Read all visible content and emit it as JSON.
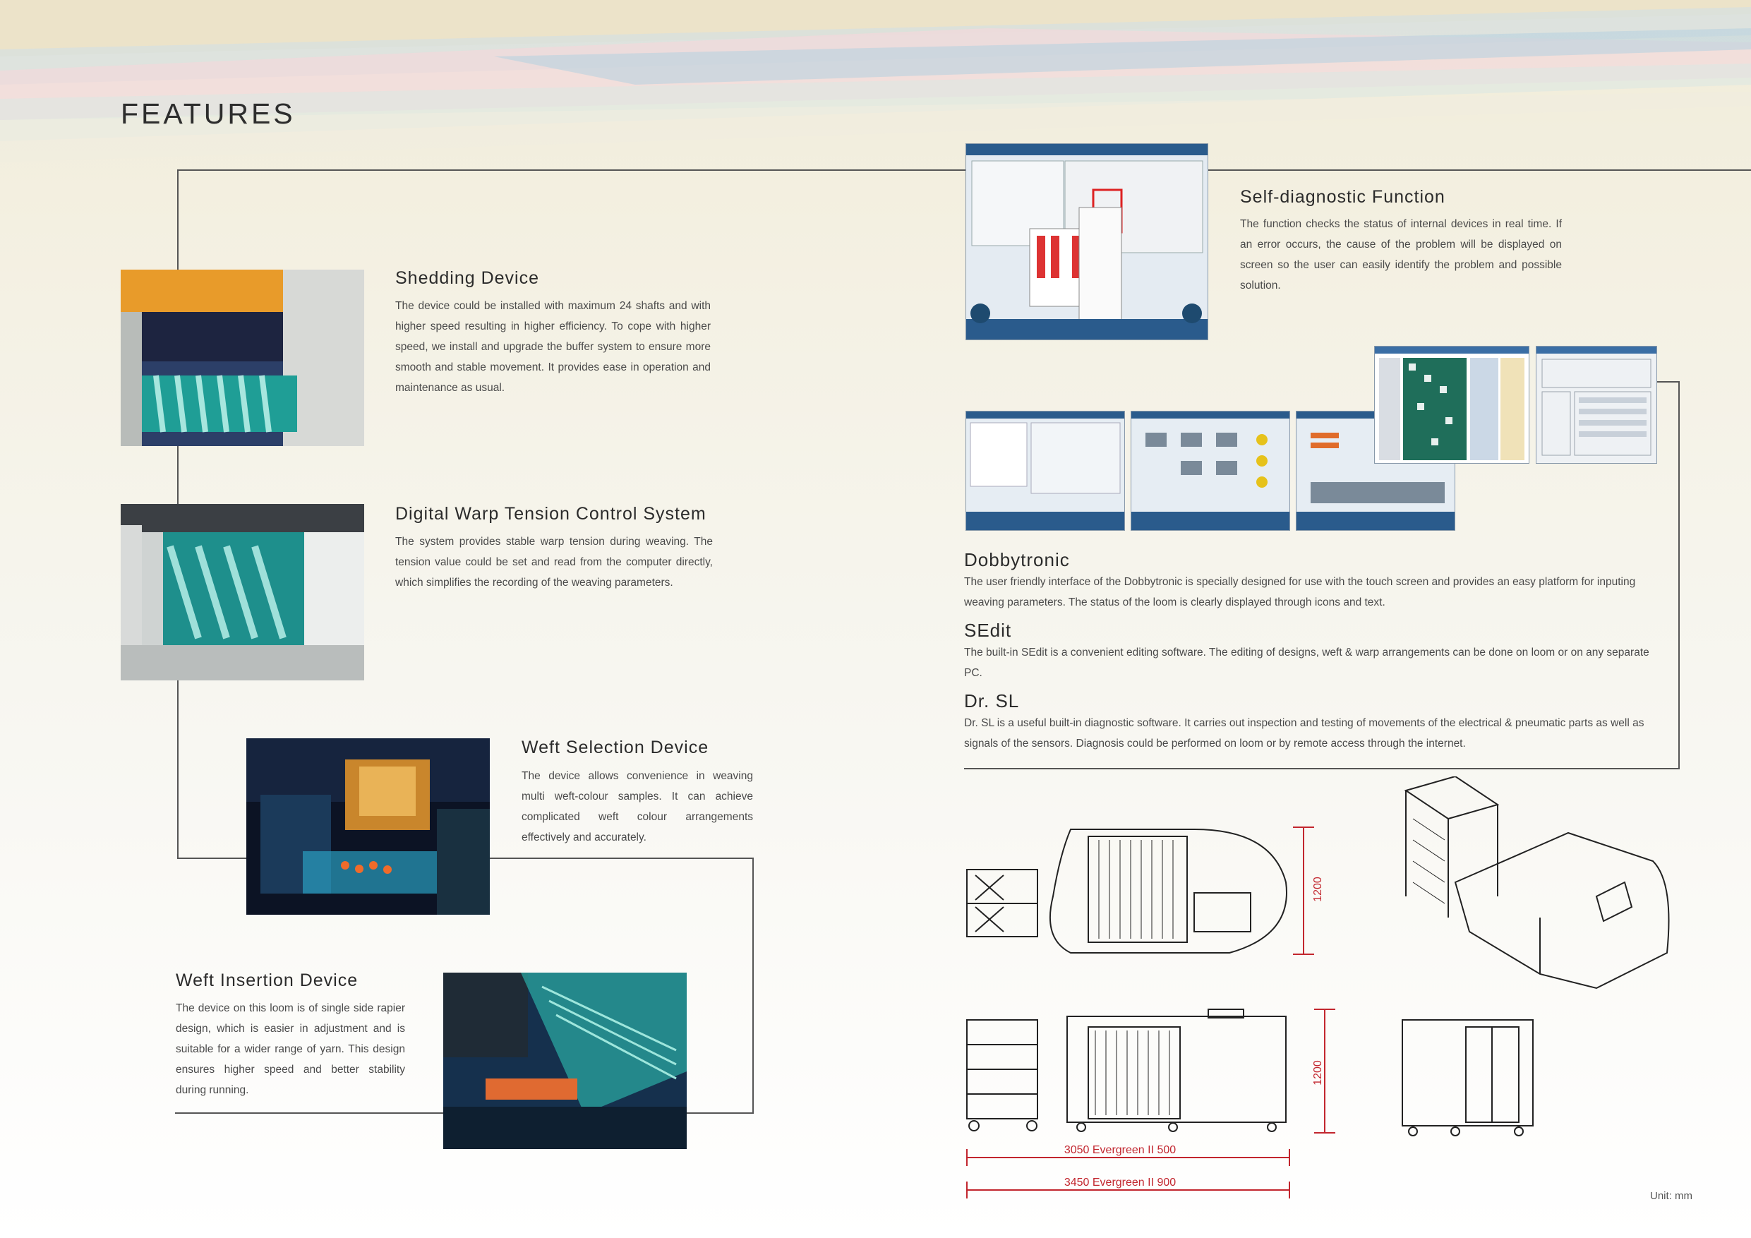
{
  "page": {
    "title": "FEATURES",
    "unit_label": "Unit: mm"
  },
  "features": {
    "shedding": {
      "heading": "Shedding Device",
      "body": "The device could be installed with maximum 24 shafts and with higher speed resulting in higher efficiency.  To cope with higher speed, we install and upgrade the buffer system to ensure more smooth and stable movement.  It provides ease in operation and maintenance as usual."
    },
    "warp_tension": {
      "heading": "Digital Warp Tension Control System",
      "body": "The system provides stable warp tension during weaving. The tension value could be set and read from the computer directly, which simplifies the recording of the weaving parameters."
    },
    "weft_selection": {
      "heading": "Weft Selection Device",
      "body": "The device allows convenience in weaving multi weft-colour samples.  It can achieve complicated weft colour arrangements effectively and accurately."
    },
    "weft_insertion": {
      "heading": "Weft Insertion Device",
      "body": "The device on this loom is of single side rapier design, which is easier in adjustment and is suitable for a wider range of yarn. This design ensures higher speed and better stability during running."
    },
    "self_diagnostic": {
      "heading": "Self-diagnostic Function",
      "body": "The function checks the status of internal devices in real time. If an error occurs, the cause of the problem will be displayed on screen so the user can easily identify the problem and possible solution."
    }
  },
  "software": {
    "dobbytronic": {
      "heading": "Dobbytronic",
      "body": "The user friendly interface of the Dobbytronic is specially designed for use with the touch screen and provides an easy platform for inputing weaving parameters.  The status of the loom is clearly displayed through icons and text."
    },
    "sedit": {
      "heading": "SEdit",
      "body": "The built-in SEdit is a convenient editing software.  The editing of designs, weft & warp arrangements can be done on loom or on any separate PC."
    },
    "drsl": {
      "heading": "Dr. SL",
      "body": "Dr. SL is a useful built-in diagnostic software.  It carries out inspection and testing of movements of the electrical & pneumatic parts as well as signals of the sensors.  Diagnosis could be performed on loom or by remote access through the internet."
    }
  },
  "drawings": {
    "dim_height_top": "1200",
    "dim_height_bottom": "1200",
    "dim_width_500": "3050 Evergreen II 500",
    "dim_width_900": "3450 Evergreen II 900"
  },
  "colors": {
    "accent_red": "#c2262e",
    "teal": "#1f9e96",
    "screen_blue": "#2a5b8c"
  }
}
